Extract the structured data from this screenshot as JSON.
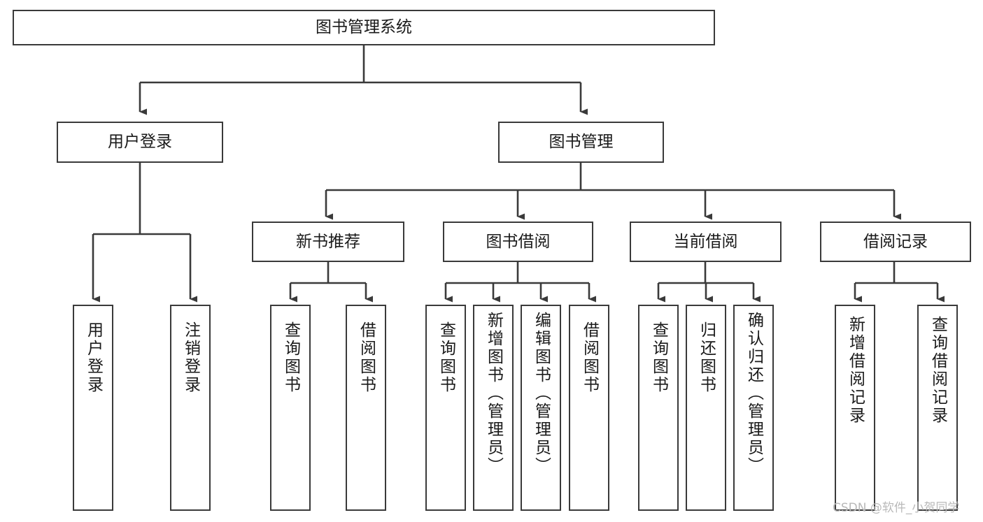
{
  "diagram": {
    "title": "图书管理系统",
    "type": "tree-hierarchy",
    "root": {
      "label": "图书管理系统"
    },
    "level2": [
      {
        "label": "用户登录"
      },
      {
        "label": "图书管理"
      }
    ],
    "level3": [
      {
        "label": "新书推荐"
      },
      {
        "label": "图书借阅"
      },
      {
        "label": "当前借阅"
      },
      {
        "label": "借阅记录"
      }
    ],
    "leaves": {
      "user_login": [
        {
          "label": "用户登录"
        },
        {
          "label": "注销登录"
        }
      ],
      "new_book_recommend": [
        {
          "label": "查询图书"
        },
        {
          "label": "借阅图书"
        }
      ],
      "book_borrow": [
        {
          "label": "查询图书"
        },
        {
          "label": "新增图书（管理员）"
        },
        {
          "label": "编辑图书（管理员）"
        },
        {
          "label": "借阅图书"
        }
      ],
      "current_borrow": [
        {
          "label": "查询图书"
        },
        {
          "label": "归还图书"
        },
        {
          "label": "确认归还（管理员）"
        }
      ],
      "borrow_record": [
        {
          "label": "新增借阅记录"
        },
        {
          "label": "查询借阅记录"
        }
      ]
    }
  },
  "watermark": {
    "text": "CSDN @软件_小贺同学"
  },
  "colors": {
    "border": "#3a3a3a",
    "background": "#ffffff",
    "text": "#1a1a1a",
    "watermark": "#b9b9b9"
  }
}
